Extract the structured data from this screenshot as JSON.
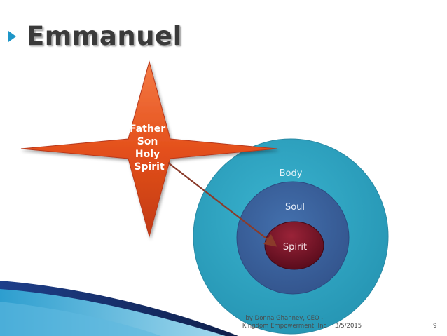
{
  "slide": {
    "title": "Emmanuel",
    "star_text": [
      "Father",
      "Son",
      "Holy",
      "Spirit"
    ],
    "circles": {
      "outer": "Body",
      "middle": "Soul",
      "inner": "Spirit"
    },
    "footer": {
      "author_line1": "by Donna Ghanney, CEO -",
      "author_line2": "Kingdom Empowerment, Inc",
      "date": "3/5/2015",
      "page": "9"
    }
  },
  "colors": {
    "star_fill": "#e8501c",
    "outer_circle": "#2ea3c0",
    "middle_circle": "#3a5f9f",
    "inner_circle": "#6e1224",
    "arrow": "#8a3b2a",
    "title_bullet": "#1e96c8"
  },
  "icons": {
    "title_bullet": "triangle-bullet-icon",
    "decoration": "corner-swoosh"
  }
}
